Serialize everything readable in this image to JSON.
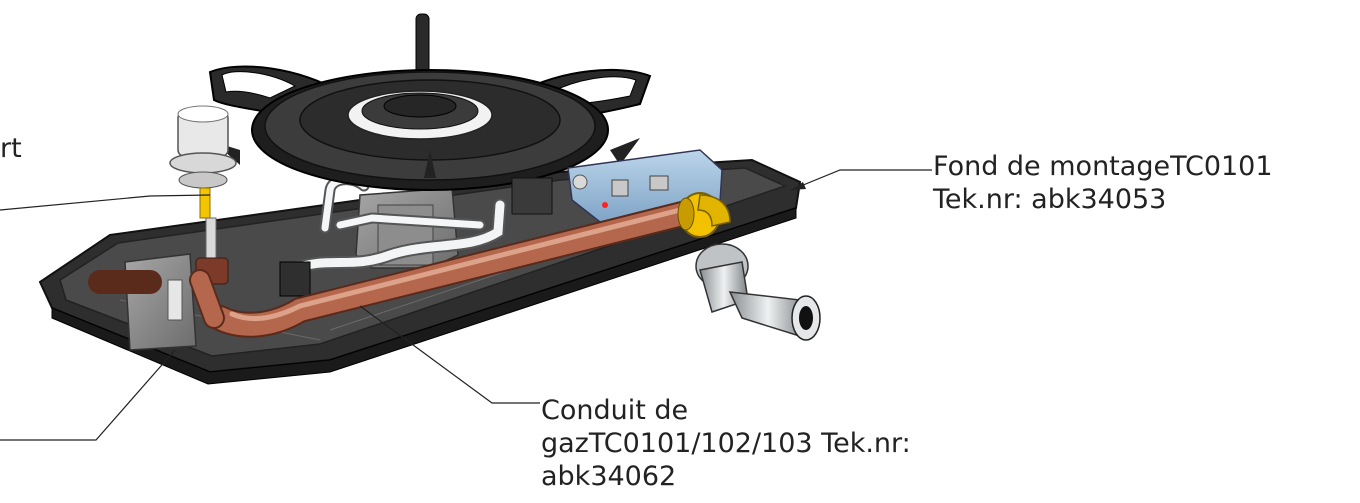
{
  "callouts": {
    "fond": {
      "line1": "Fond de montageTC0101",
      "line2": "Tek.nr: abk34053"
    },
    "conduit": {
      "line1": "Conduit de",
      "line2": "gazTC0101/102/103 Tek.nr:",
      "line3": "abk34062"
    },
    "partial_top_label": "rt"
  },
  "colors": {
    "tray": "#3a3a3a",
    "tray_edge": "#1b1b1b",
    "grate": "#2a2a2a",
    "copper": "#b5674d",
    "brass": "#e0b400",
    "valve_blue": "#8fb6d8",
    "steel": "#cfd2d4"
  }
}
